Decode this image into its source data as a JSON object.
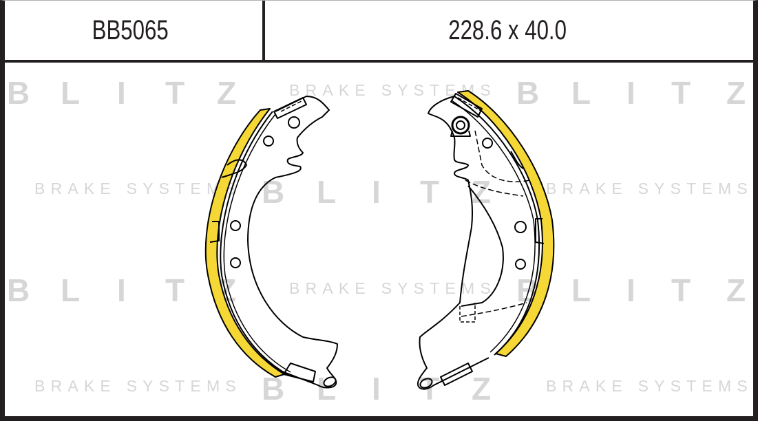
{
  "header": {
    "part_number": "BB5065",
    "dimensions": "228.6 x 40.0"
  },
  "watermark": {
    "brand_letters": [
      "B",
      "L",
      "I",
      "T",
      "Z"
    ],
    "tagline": "BRAKE SYSTEMS"
  },
  "diagram": {
    "subject": "drum brake shoe pair",
    "lining_color": "#f5d835",
    "outline_color": "#000000",
    "frame_color": "#231f20",
    "watermark_color": "#d6d6d6"
  }
}
